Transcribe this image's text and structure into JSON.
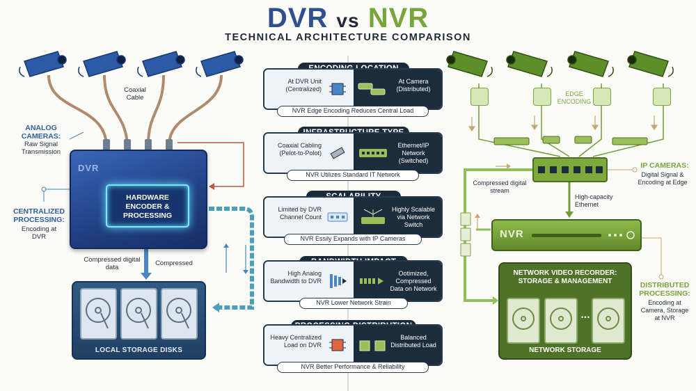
{
  "title": {
    "dvr": "DVR",
    "vs": "vs",
    "nvr": "NVR"
  },
  "subtitle": "TECHNICAL ARCHITECTURE COMPARISON",
  "dvr_side": {
    "coaxial_cable": "Coaxial Cable",
    "analog_cameras_title": "ANALOG CAMERAS:",
    "analog_cameras_desc": "Raw Signal Transmission",
    "dvr_tag": "DVR",
    "chip_label": "HARDWARE ENCODER & PROCESSING",
    "centralized_title": "CENTRALIZED PROCESSING:",
    "centralized_desc": "Encoding at DVR",
    "compressed_data": "Compressed digital data",
    "compressed": "Compressed",
    "local_storage": "LOCAL STORAGE DISKS"
  },
  "comparison": [
    {
      "header": "ENCODING LOCATION",
      "left": "At DVR Unit (Centralized)",
      "right": "At Camera (Distributed)",
      "footer": "NVR Edge Encoding Reduces Central Load",
      "left_icon": "chip-icon",
      "right_icon": "camera-pair-icon"
    },
    {
      "header": "INFRASTRUCTURE TYPE",
      "left": "Coaxial Cabling (Pelot-to-Polot)",
      "right": "Ethernet/IP Network (Switched)",
      "footer": "NVR Utilizes Standard IT Network",
      "left_icon": "coax-connector-icon",
      "right_icon": "network-switch-icon"
    },
    {
      "header": "SCALABILITY",
      "left": "Limited by DVR Channel Count",
      "right": "Highly Scalable via Network Switch",
      "footer": "NVR Essily Expands with IP Cameras",
      "left_icon": "dvr-ports-icon",
      "right_icon": "expanding-switch-icon"
    },
    {
      "header": "BANDWIDTH IMPACT",
      "left": "High Analog Bandwidth to DVR",
      "right": "Ootimized, Compressed Data on Network",
      "footer": "NVR Lower Network Strain",
      "left_icon": "wide-signal-icon",
      "right_icon": "compressed-stream-icon"
    },
    {
      "header": "PROCESSING DISTRIBUTION",
      "left": "Heavy Centralized Load on DVR",
      "right": "Balanced Distributed Load",
      "footer": "NVR Better Performance & Reliability",
      "left_icon": "hot-chip-icon",
      "right_icon": "dual-chip-icon"
    }
  ],
  "nvr_side": {
    "edge_encoding": "EDGE ENCODING",
    "compressed_stream": "Compressed digital stream",
    "high_capacity": "High-capacity Ethernet",
    "ip_cameras_title": "IP CAMERAS:",
    "ip_cameras_desc": "Digital Signal & Encoding at Edge",
    "nvr_tag": "NVR",
    "recorder_title": "NETWORK VIDEO RECORDER: STORAGE & MANAGEMENT",
    "ellipsis": "...",
    "distributed_title": "DISTRIBUTED PROCESSING:",
    "distributed_desc": "Encoding at Camera, Storage at NVR",
    "network_storage": "NETWORK STORAGE"
  },
  "colors": {
    "dvr_blue": "#2f4f8f",
    "nvr_green": "#79a53f",
    "dark": "#1d2c3b"
  }
}
